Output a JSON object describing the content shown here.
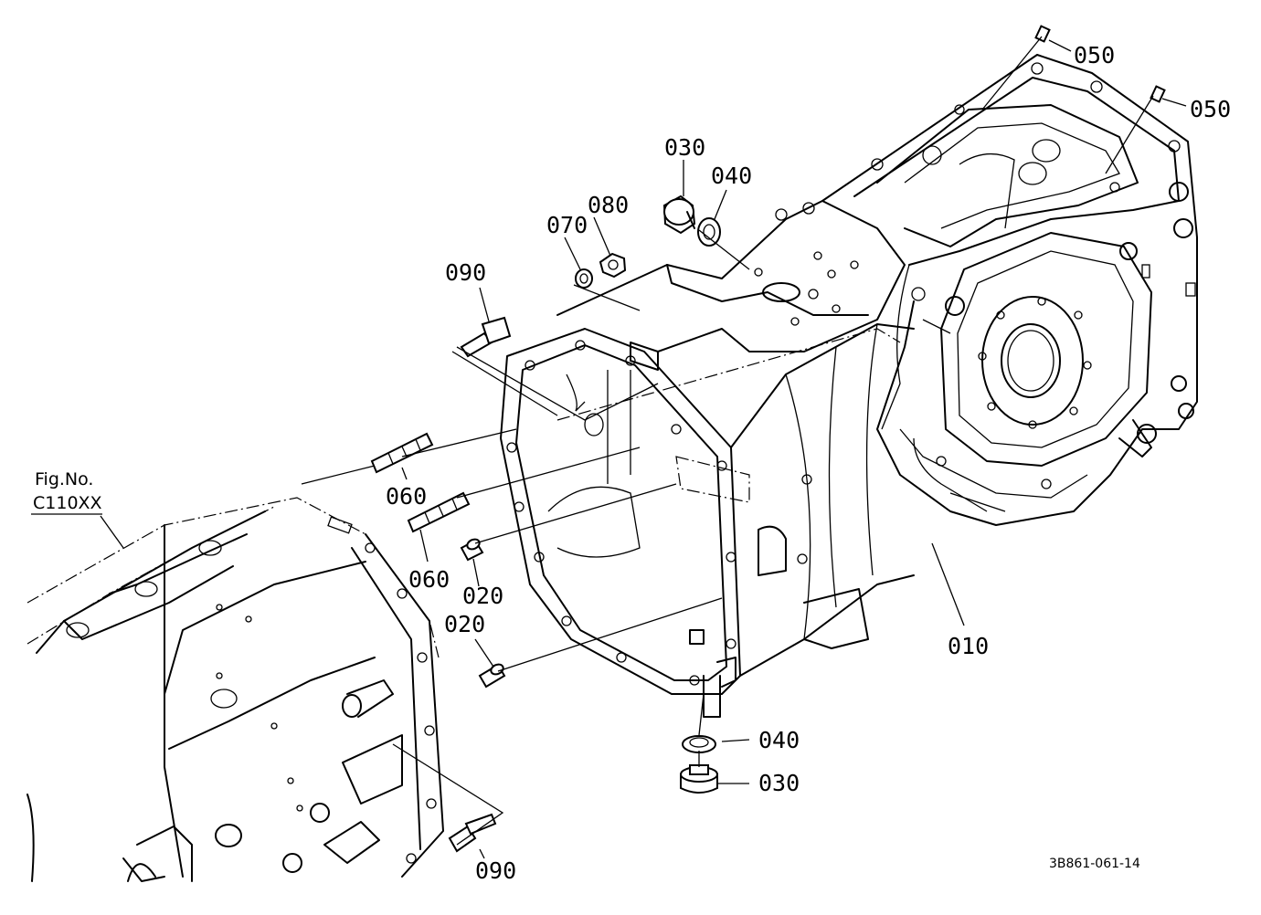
{
  "diagram": {
    "figure_ref_line1": "Fig.No.",
    "figure_ref_line2": "C110XX",
    "drawing_code": "3B861-061-14",
    "parts": [
      {
        "id": "p010",
        "label": "010"
      },
      {
        "id": "p020a",
        "label": "020"
      },
      {
        "id": "p020b",
        "label": "020"
      },
      {
        "id": "p030a",
        "label": "030"
      },
      {
        "id": "p030b",
        "label": "030"
      },
      {
        "id": "p040a",
        "label": "040"
      },
      {
        "id": "p040b",
        "label": "040"
      },
      {
        "id": "p050a",
        "label": "050"
      },
      {
        "id": "p050b",
        "label": "050"
      },
      {
        "id": "p060a",
        "label": "060"
      },
      {
        "id": "p060b",
        "label": "060"
      },
      {
        "id": "p070",
        "label": "070"
      },
      {
        "id": "p080",
        "label": "080"
      },
      {
        "id": "p090a",
        "label": "090"
      },
      {
        "id": "p090b",
        "label": "090"
      }
    ]
  }
}
